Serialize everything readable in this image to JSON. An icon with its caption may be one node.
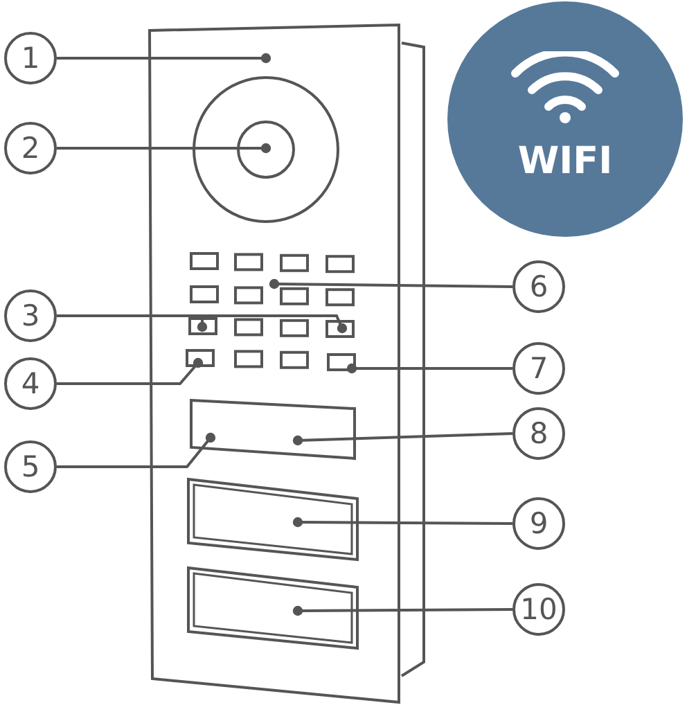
{
  "diagram": {
    "nodes": [
      {
        "text": [
          "1"
        ]
      },
      {
        "text": [
          "2"
        ]
      },
      {
        "text": [
          "3"
        ]
      },
      {
        "text": [
          "4"
        ]
      },
      {
        "text": [
          "5"
        ]
      },
      {
        "text": [
          "6"
        ]
      },
      {
        "text": [
          "7"
        ]
      },
      {
        "text": [
          "8"
        ]
      },
      {
        "text": [
          "9"
        ]
      },
      {
        "text": [
          "10"
        ]
      },
      {
        "text": [
          "WIFI"
        ]
      },
      {
        "text": [],
        "shape": "box"
      },
      {
        "text": [],
        "shape": "circle",
        "in": 11
      },
      {
        "text": [],
        "shape": "box",
        "in": 11
      },
      {
        "text": [],
        "shape": "box",
        "in": 11
      },
      {
        "text": [],
        "shape": "box",
        "in": 11
      },
      {
        "text": [],
        "shape": "box",
        "in": 11
      },
      {
        "text": [],
        "shape": "box",
        "in": 11
      },
      {
        "text": [],
        "shape": "box",
        "in": 11
      },
      {
        "text": [],
        "shape": "box",
        "in": 11
      }
    ],
    "edges": [
      {
        "from": 0,
        "to": 11,
        "arrow": "other"
      },
      {
        "from": 1,
        "to": 12,
        "arrow": "other"
      },
      {
        "from": 2,
        "to": 13,
        "arrow": "other"
      },
      {
        "from": 2,
        "to": 14,
        "arrow": "other"
      },
      {
        "from": 3,
        "to": 15,
        "arrow": "other"
      },
      {
        "from": 4,
        "to": 17,
        "arrow": "other"
      },
      {
        "from": 5,
        "to": 11,
        "arrow": "other"
      },
      {
        "from": 6,
        "to": 16,
        "arrow": "other"
      },
      {
        "from": 7,
        "to": 17,
        "arrow": "other"
      },
      {
        "from": 8,
        "to": 18,
        "arrow": "other"
      },
      {
        "from": 9,
        "to": 19,
        "arrow": "other"
      }
    ]
  }
}
